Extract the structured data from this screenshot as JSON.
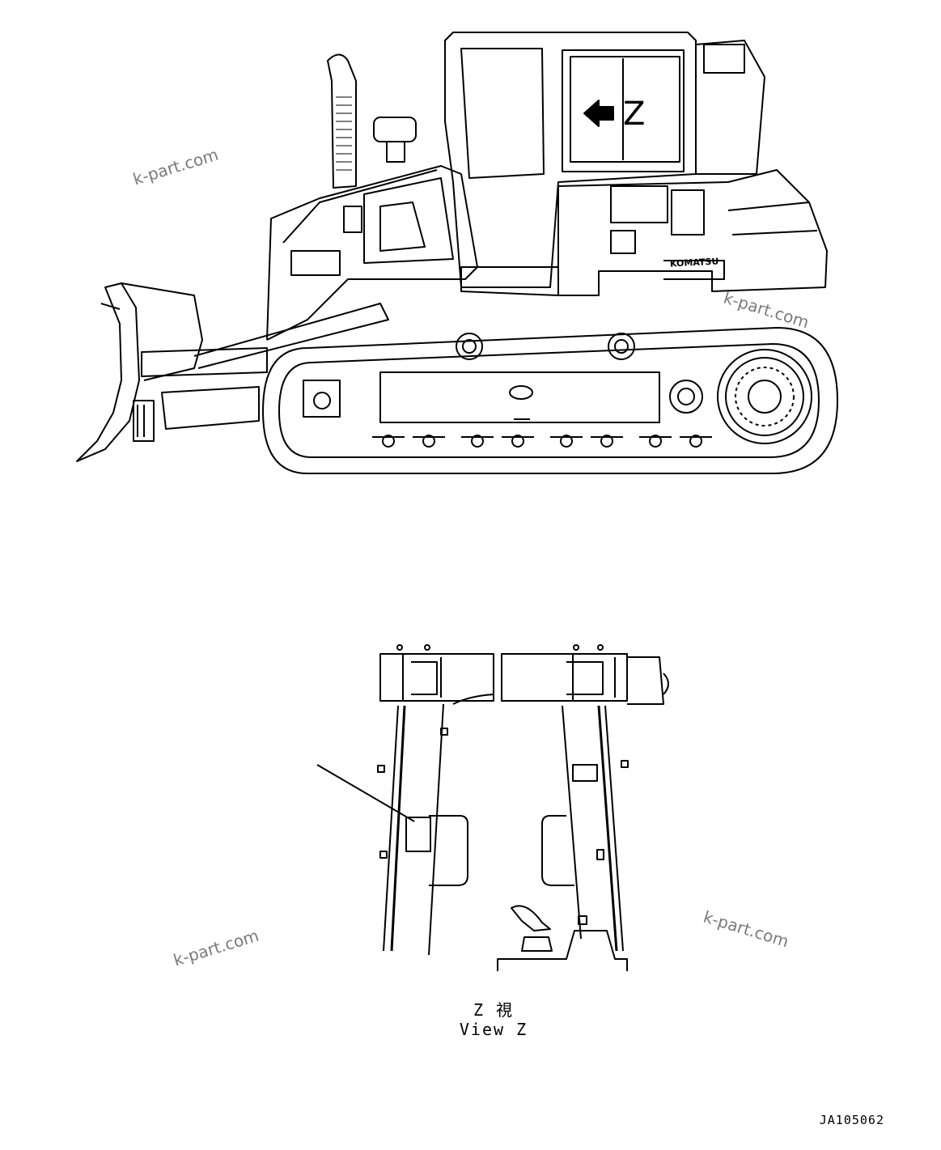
{
  "diagram": {
    "main_view_brand": "KOMATSU",
    "view_arrow_label": "Z",
    "view_caption_jp": "Z 視",
    "view_caption_en": "View Z",
    "drawing_code": "JA105062",
    "watermarks": [
      "k-part.com",
      "k-part.com",
      "k-part.com",
      "k-part.com"
    ]
  }
}
